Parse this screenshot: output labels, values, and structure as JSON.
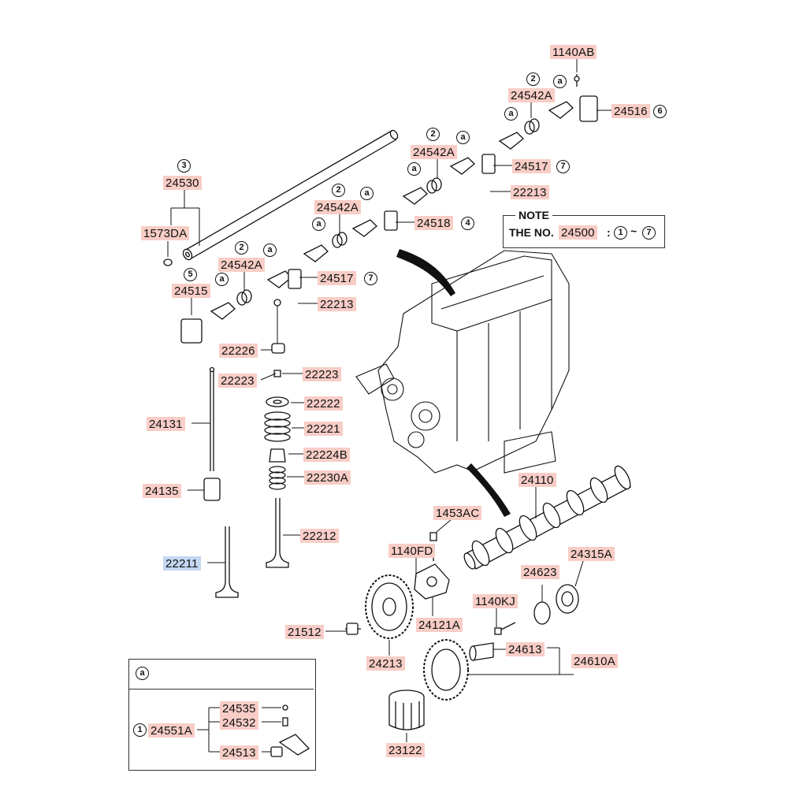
{
  "note": {
    "title": "NOTE",
    "text": "THE NO.",
    "part": "24500",
    "colon": ":",
    "range_from": "1",
    "tilde": "~",
    "range_to": "7"
  },
  "callouts": {
    "one": "1",
    "two": "2",
    "three": "3",
    "four": "4",
    "five": "5",
    "six": "6",
    "seven": "7",
    "a": "a"
  },
  "parts": {
    "p1140AB": "1140AB",
    "p24516": "24516",
    "p24542A": "24542A",
    "p24517": "24517",
    "p22213": "22213",
    "p24530": "24530",
    "p1573DA": "1573DA",
    "p24518": "24518",
    "p24515": "24515",
    "p22226": "22226",
    "p22223": "22223",
    "p22222": "22222",
    "p22221": "22221",
    "p24131": "24131",
    "p22224B": "22224B",
    "p22230A": "22230A",
    "p24135": "24135",
    "p22212": "22212",
    "p22211": "22211",
    "p24110": "24110",
    "p1453AC": "1453AC",
    "p1140FD": "1140FD",
    "p24315A": "24315A",
    "p24623": "24623",
    "p24121A": "24121A",
    "p1140KJ": "1140KJ",
    "p21512": "21512",
    "p24213": "24213",
    "p24613": "24613",
    "p24610A": "24610A",
    "p23122": "23122",
    "p24535": "24535",
    "p24532": "24532",
    "p24551A": "24551A",
    "p24513": "24513"
  },
  "colors": {
    "label_bg": "#f7cdc6",
    "highlight_bg": "#c4d8f3",
    "ink": "#111111"
  }
}
